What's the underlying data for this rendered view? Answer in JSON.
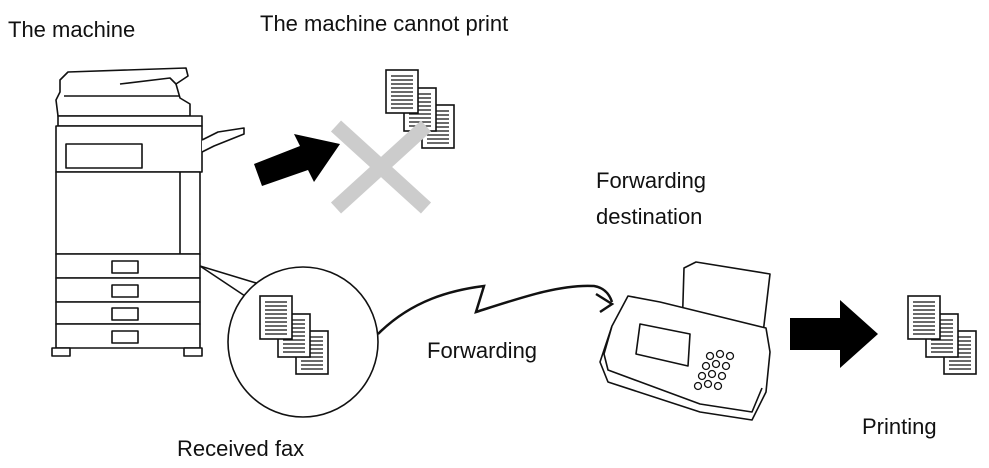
{
  "labels": {
    "machine": "The machine",
    "cannot_print": "The machine cannot print",
    "forwarding_destination_line1": "Forwarding",
    "forwarding_destination_line2": "destination",
    "forwarding": "Forwarding",
    "printing": "Printing",
    "received_fax": "Received fax"
  },
  "icons": {
    "machine": "copier-machine-icon",
    "fax": "fax-machine-icon",
    "document": "document-stack-icon",
    "arrow": "right-arrow-icon",
    "cross": "x-mark-icon"
  },
  "colors": {
    "line": "#111111",
    "cross": "#cccccc",
    "arrow": "#000000",
    "background": "#ffffff"
  }
}
